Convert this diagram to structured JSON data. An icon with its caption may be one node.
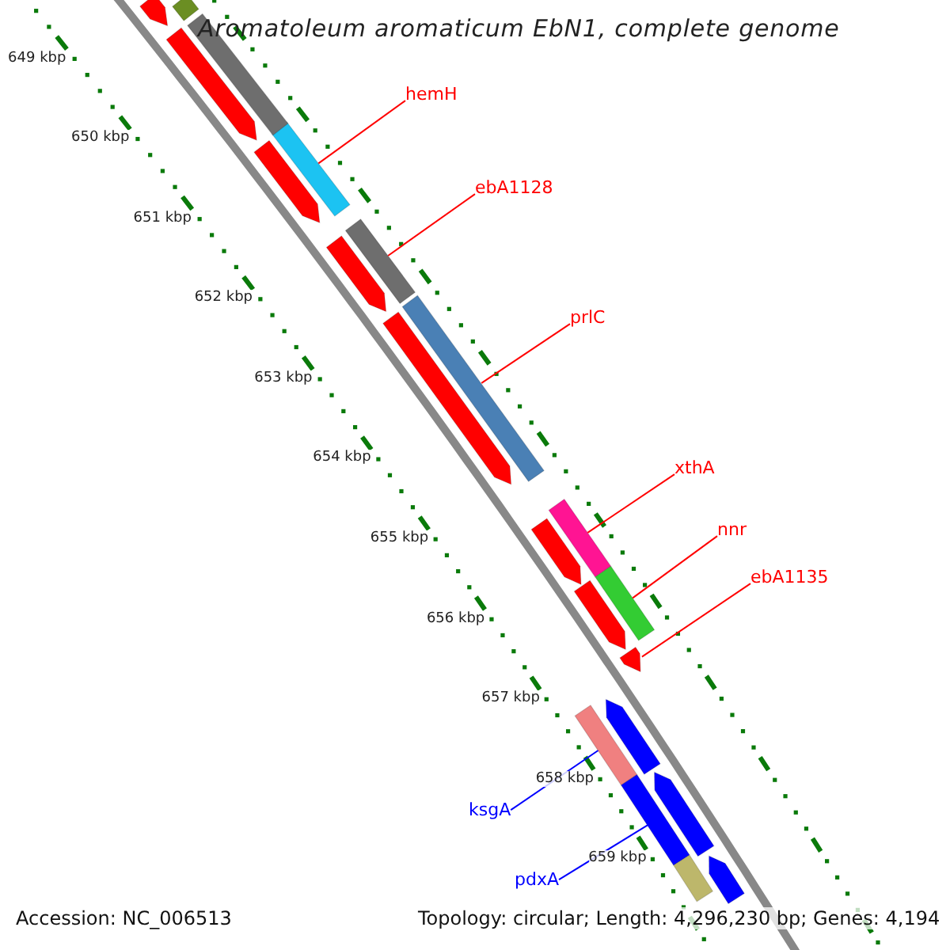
{
  "diagram": {
    "title": "Aromatoleum aromaticum EbN1, complete genome",
    "nodes": [
      {
        "text": [
          "hemH"
        ]
      },
      {
        "text": [],
        "shape": "bar"
      },
      {
        "text": [
          "ebA1128"
        ]
      },
      {
        "text": [],
        "shape": "bar"
      },
      {
        "text": [
          "prlC"
        ]
      },
      {
        "text": [],
        "shape": "bar"
      },
      {
        "text": [
          "xthA"
        ]
      },
      {
        "text": [],
        "shape": "bar"
      },
      {
        "text": [
          "nnr"
        ]
      },
      {
        "text": [],
        "shape": "bar"
      },
      {
        "text": [
          "ebA1135"
        ]
      },
      {
        "text": [],
        "shape": "pentagon"
      },
      {
        "text": [
          "ksgA"
        ]
      },
      {
        "text": [],
        "shape": "bar"
      },
      {
        "text": [
          "pdxA"
        ]
      },
      {
        "text": [],
        "shape": "bar"
      },
      {
        "text": [],
        "shape": "bar"
      },
      {
        "text": [],
        "shape": "pentagon"
      },
      {
        "text": [],
        "shape": "bar"
      },
      {
        "text": [],
        "shape": "pentagon"
      },
      {
        "text": [],
        "shape": "pentagon"
      },
      {
        "text": [],
        "shape": "pentagon"
      },
      {
        "text": [],
        "shape": "pentagon"
      },
      {
        "text": [],
        "shape": "pentagon"
      },
      {
        "text": [],
        "shape": "pentagon"
      },
      {
        "text": [],
        "shape": "pentagon"
      },
      {
        "text": [],
        "shape": "pentagon"
      },
      {
        "text": [],
        "shape": "pentagon"
      },
      {
        "text": [],
        "shape": "bar"
      }
    ],
    "edges": [
      {
        "from": 0,
        "to": 1,
        "arrow": "none"
      },
      {
        "from": 2,
        "to": 3,
        "arrow": "none"
      },
      {
        "from": 4,
        "to": 5,
        "arrow": "none"
      },
      {
        "from": 6,
        "to": 7,
        "arrow": "none"
      },
      {
        "from": 8,
        "to": 9,
        "arrow": "none"
      },
      {
        "from": 10,
        "to": 11,
        "arrow": "none"
      },
      {
        "from": 12,
        "to": 13,
        "arrow": "none",
        "color": "#0000ff"
      },
      {
        "from": 14,
        "to": 15,
        "arrow": "none",
        "color": "#0000ff"
      }
    ],
    "labels": [
      "649 kbp",
      "650 kbp",
      "651 kbp",
      "652 kbp",
      "653 kbp",
      "654 kbp",
      "655 kbp",
      "656 kbp",
      "657 kbp",
      "658 kbp",
      "659 kbp",
      "Accession: NC_006513",
      "Topology: circular; Length: 4,296,230 bp; Genes: 4,194"
    ]
  }
}
